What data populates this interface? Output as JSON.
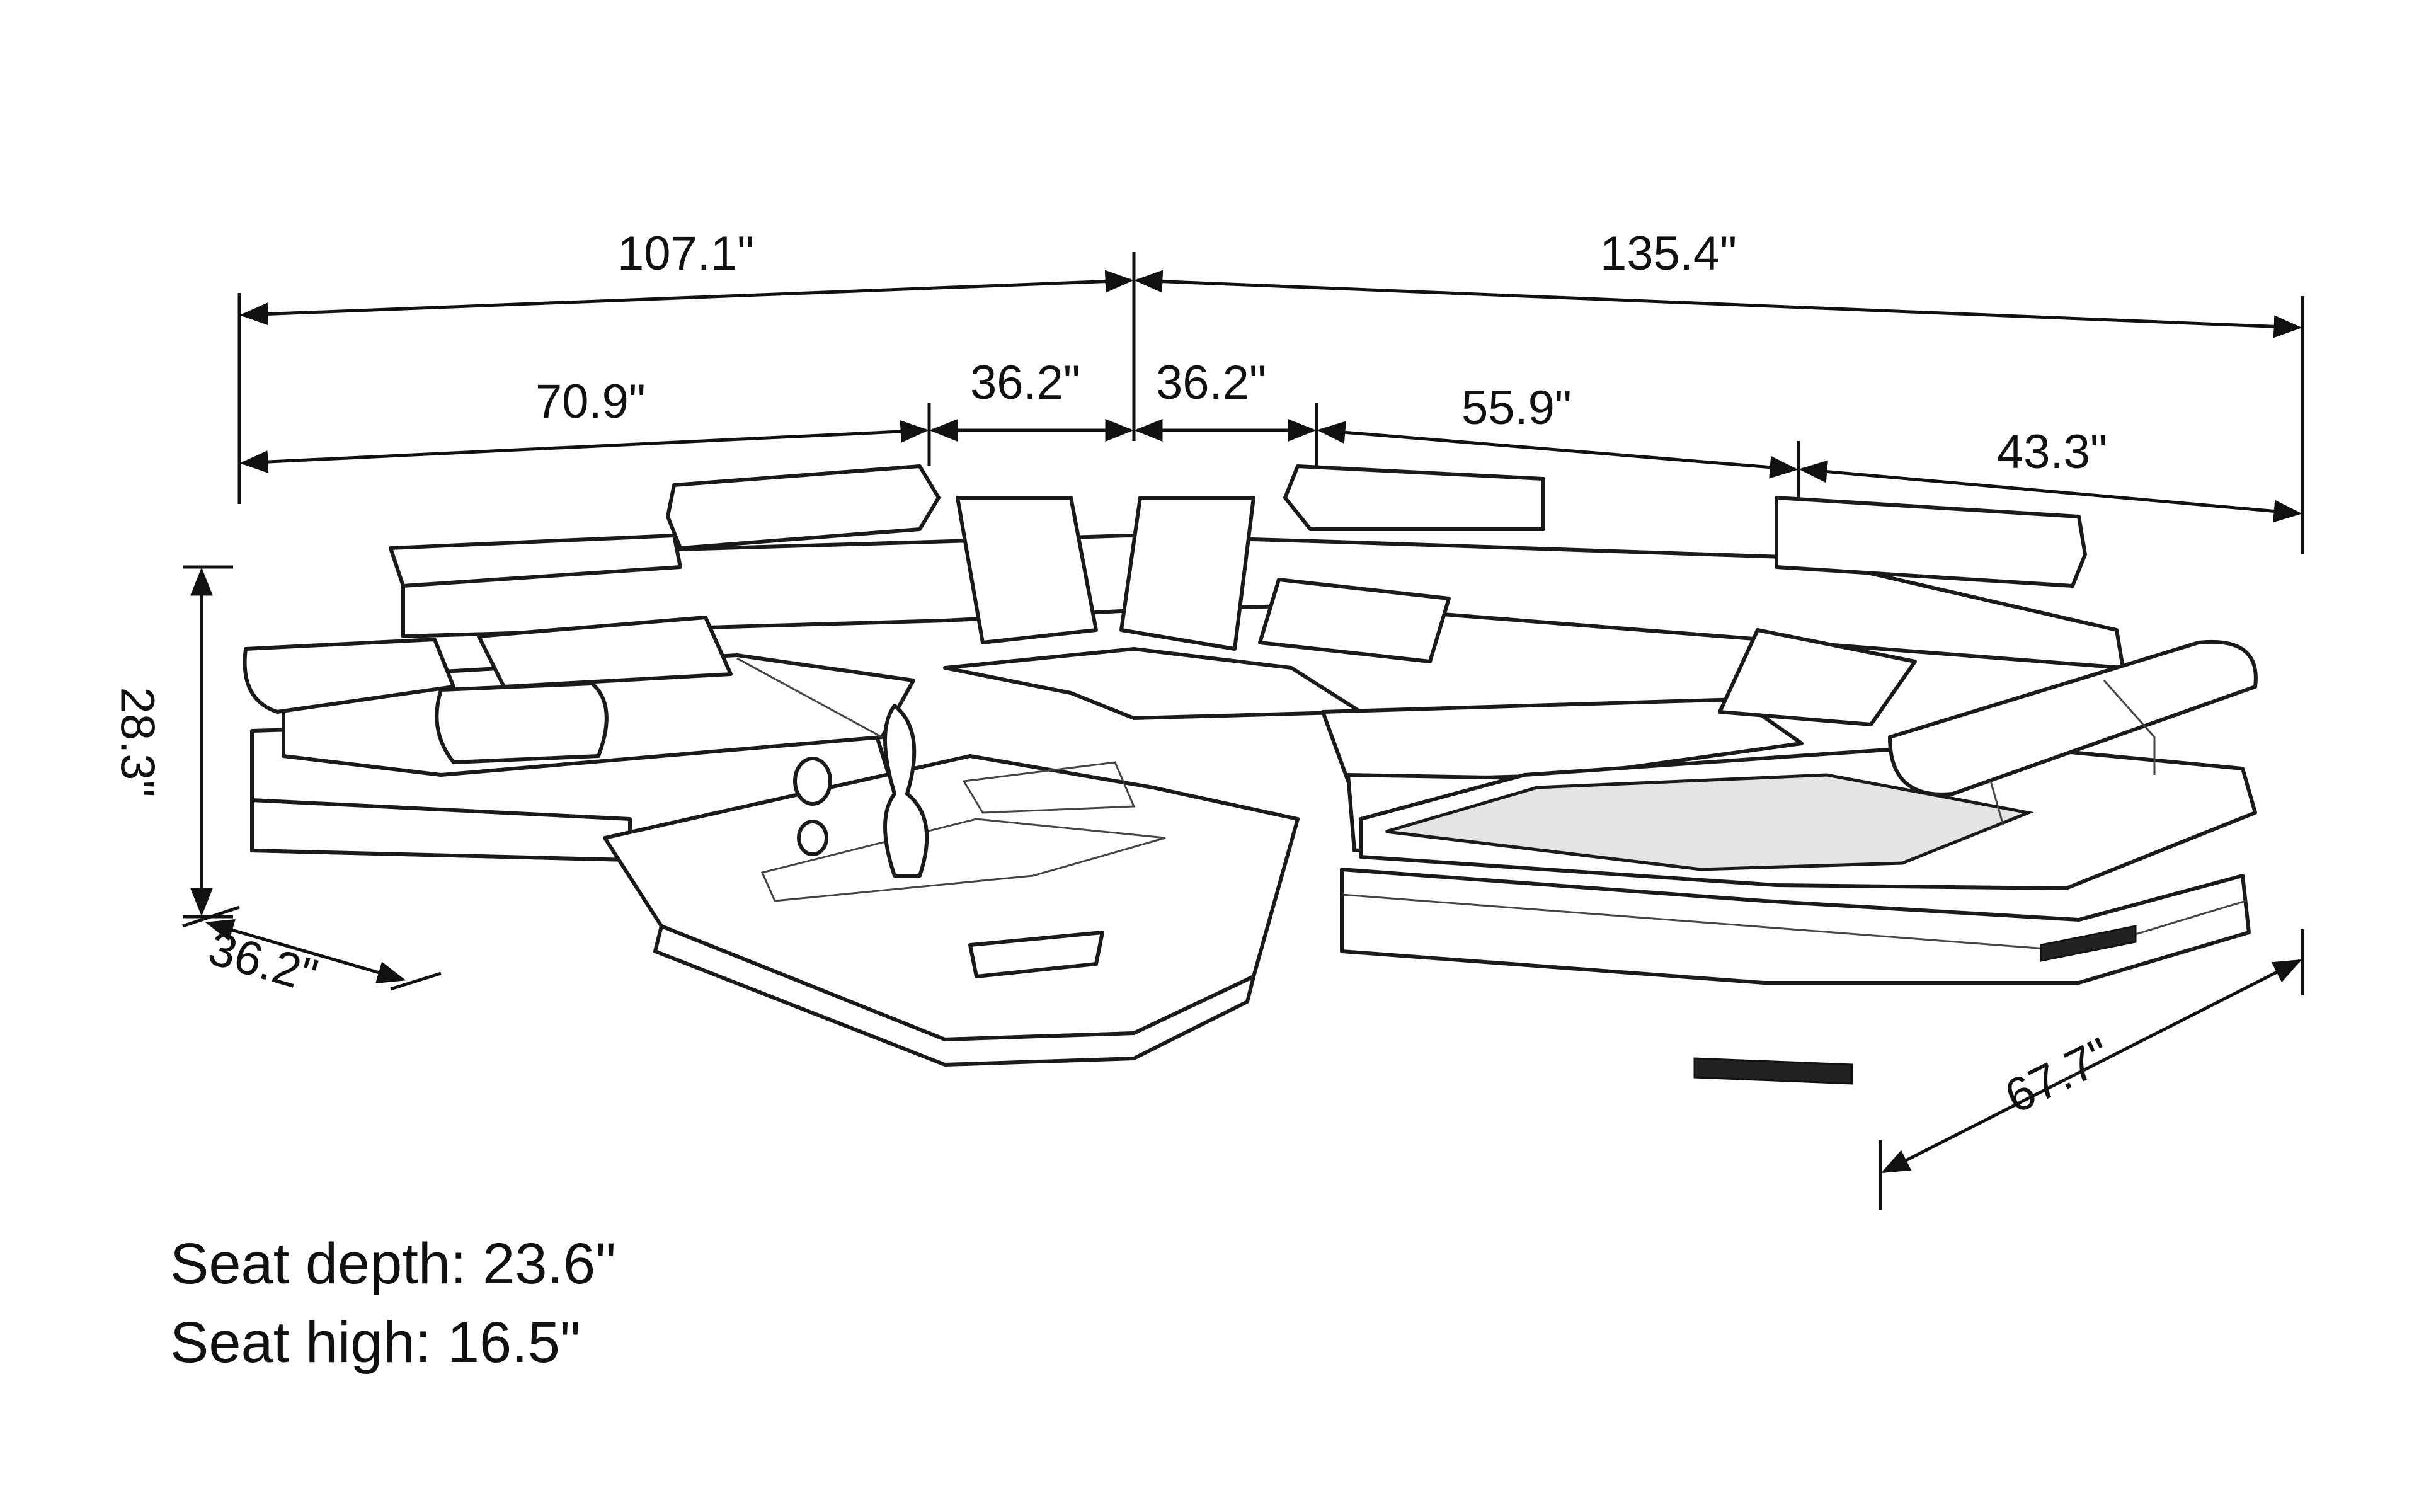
{
  "dimensions": {
    "total_left_width": "107.1\"",
    "total_right_width": "135.4\"",
    "left_section_width": "70.9\"",
    "left_corner_width": "36.2\"",
    "right_corner_width": "36.2\"",
    "right_middle_width": "55.9\"",
    "chaise_width": "43.3\"",
    "height": "28.3\"",
    "left_depth": "36.2\"",
    "chaise_length": "67.7\""
  },
  "specs": {
    "seat_depth": "Seat depth: 23.6\"",
    "seat_height": "Seat high: 16.5\""
  }
}
